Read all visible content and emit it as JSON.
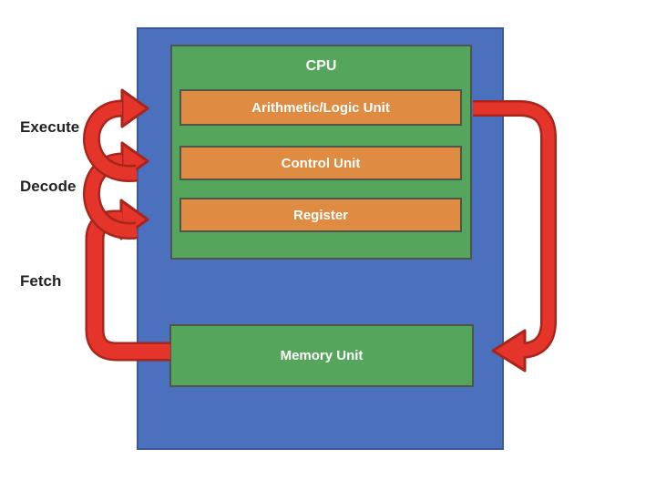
{
  "system": {
    "cpu": {
      "label": "CPU",
      "components": [
        {
          "label": "Arithmetic/Logic Unit"
        },
        {
          "label": "Control Unit"
        },
        {
          "label": "Register"
        }
      ]
    },
    "memory": {
      "label": "Memory Unit"
    }
  },
  "cycle_labels": {
    "execute": "Execute",
    "decode": "Decode",
    "fetch": "Fetch"
  },
  "arrows": [
    {
      "name": "fetch-arrow",
      "from": "Memory Unit",
      "to": "Register"
    },
    {
      "name": "decode-arrow",
      "from": "Register",
      "to": "Control Unit"
    },
    {
      "name": "execute-arrow",
      "from": "Control Unit",
      "to": "Arithmetic/Logic Unit"
    },
    {
      "name": "writeback-arrow",
      "from": "Arithmetic/Logic Unit",
      "to": "Memory Unit"
    }
  ],
  "colors": {
    "canvas-bg": "#ffffff",
    "system-blue": "#4a70be",
    "blue-outline": "#3b5898",
    "unit-green": "#55a55c",
    "component-orange": "#df8b41",
    "box-outline": "#4e564c",
    "arrow-red": "#e5352a",
    "arrow-outline": "#a8251c",
    "label-dark": "#222222",
    "label-light": "#ffffff"
  }
}
